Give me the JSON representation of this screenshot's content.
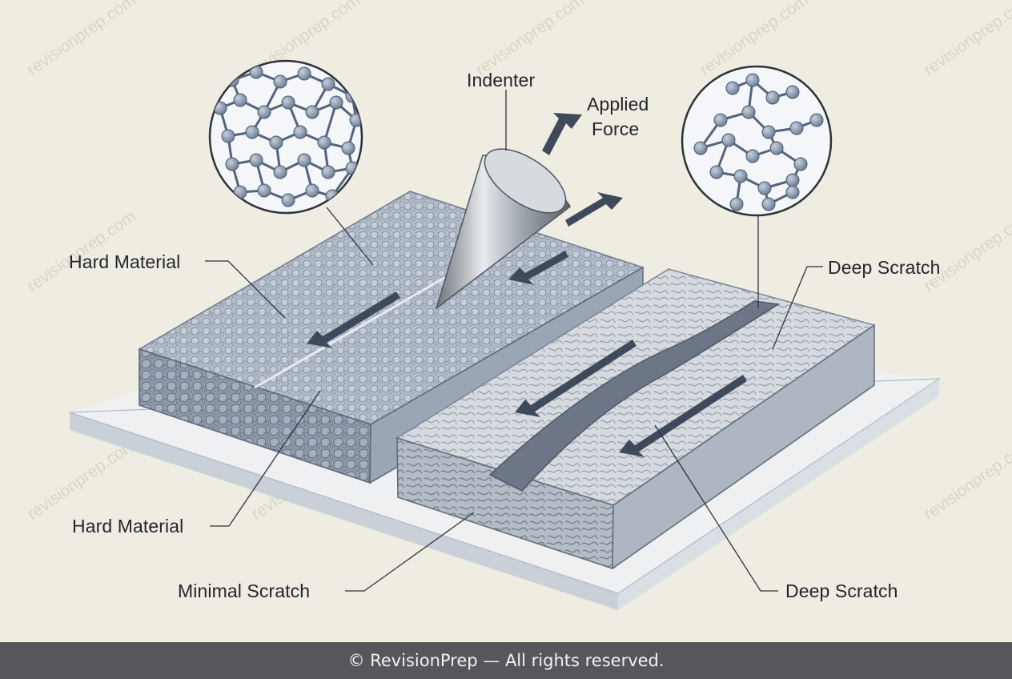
{
  "diagram": {
    "labels": {
      "indenter": "Indenter",
      "applied_force_line1": "Applied",
      "applied_force_line2": "Force",
      "hard_material_top": "Hard Material",
      "hard_material_bottom": "Hard Material",
      "minimal_scratch": "Minimal Scratch",
      "deep_scratch_top": "Deep Scratch",
      "deep_scratch_bottom": "Deep Scratch"
    },
    "watermark": "revisionprep.com",
    "colors": {
      "background": "#efece1",
      "base_plate": "#eef0f2",
      "hard_block": "#a9b4c2",
      "soft_block": "#c9ced4",
      "arrow": "#3e4a5c",
      "atom": "#7f8fa6",
      "footer": "#55575a"
    }
  },
  "footer": {
    "copyright": "© RevisionPrep — All rights reserved."
  }
}
